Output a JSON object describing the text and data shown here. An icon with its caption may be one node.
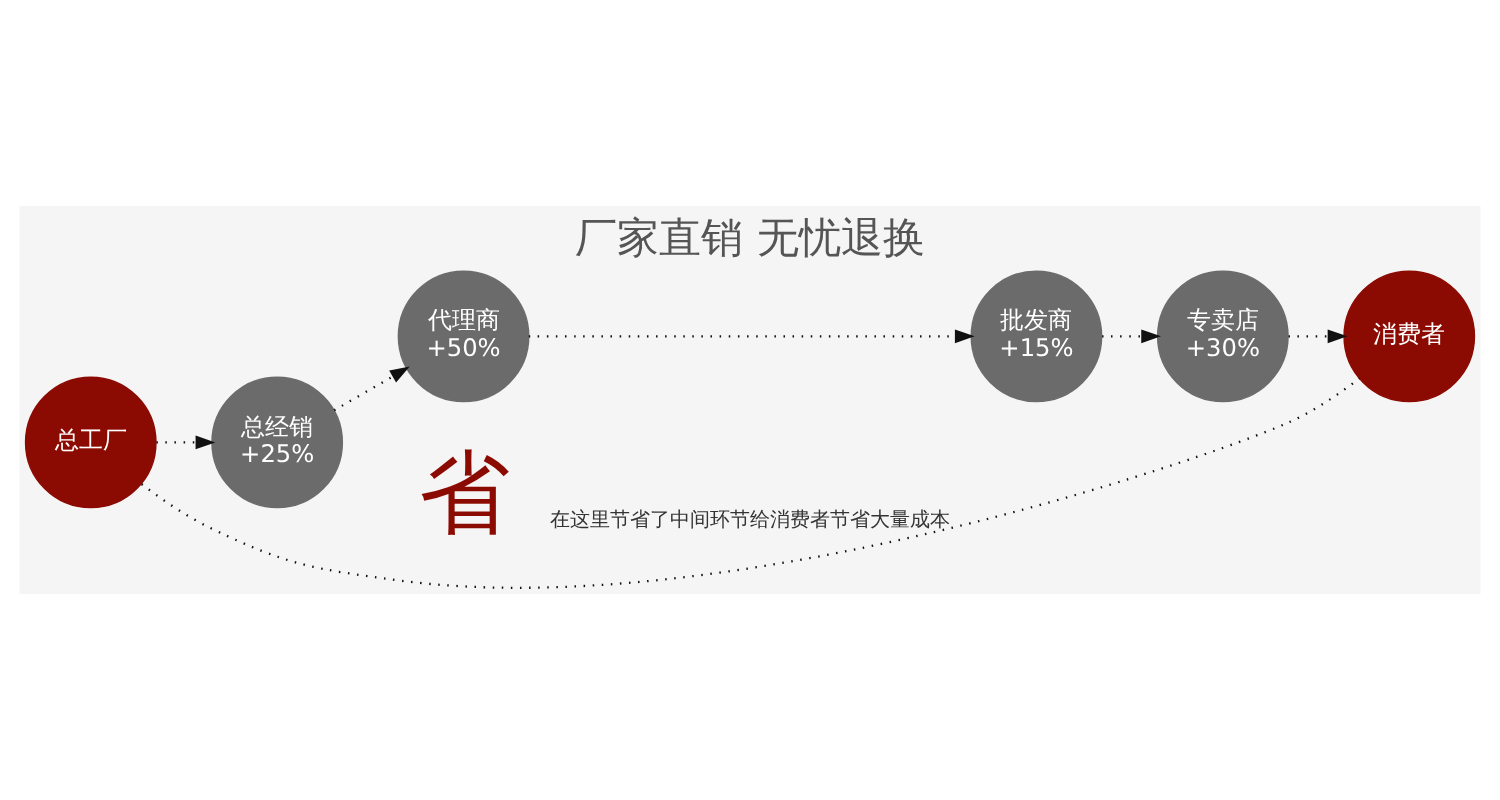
{
  "diagram": {
    "title": "厂家直销 无忧退换",
    "nodes": [
      {
        "text": [
          "总工厂"
        ]
      },
      {
        "text": [
          "总经销",
          "+25%"
        ]
      },
      {
        "text": [
          "代理商",
          "+50%"
        ]
      },
      {
        "text": [
          "批发商",
          "+15%"
        ]
      },
      {
        "text": [
          "专卖店",
          "+30%"
        ]
      },
      {
        "text": [
          "消费者"
        ]
      }
    ],
    "edges": [
      {
        "from": 0,
        "to": 1,
        "arrow": "to"
      },
      {
        "from": 1,
        "to": 2,
        "arrow": "to"
      },
      {
        "from": 2,
        "to": 3,
        "arrow": "to"
      },
      {
        "from": 3,
        "to": 4,
        "arrow": "to"
      },
      {
        "from": 4,
        "to": 5,
        "arrow": "to"
      },
      {
        "from": 0,
        "to": 5,
        "arrow": "none",
        "label": "在这里节省了中间环节给消费者节省大量成本"
      }
    ],
    "labels": [
      "省"
    ]
  }
}
